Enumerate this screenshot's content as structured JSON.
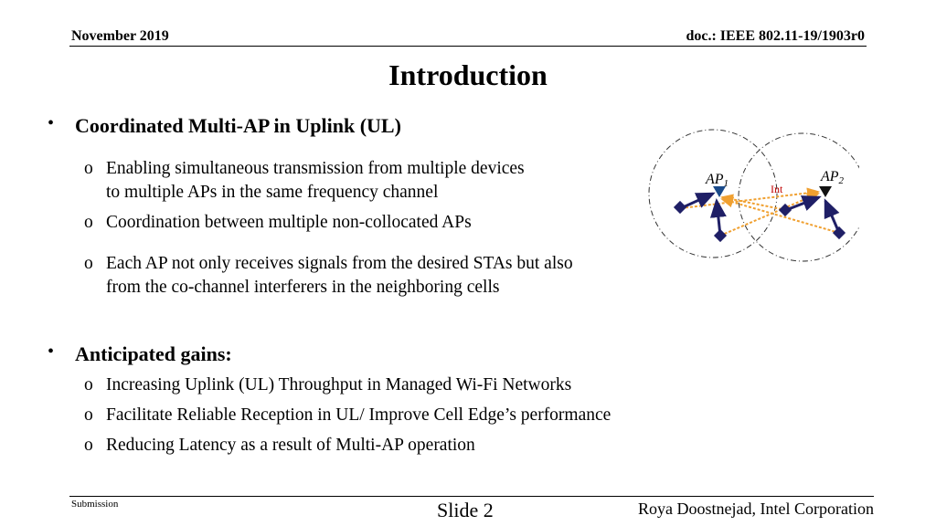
{
  "header": {
    "date": "November 2019",
    "doc": "doc.: IEEE 802.11-19/1903r0"
  },
  "title": "Introduction",
  "section1": {
    "heading": "Coordinated Multi-AP in Uplink (UL)",
    "items": [
      {
        "line1": "Enabling simultaneous transmission from multiple devices",
        "line2": "to multiple APs in the same frequency channel"
      },
      {
        "line1": "Coordination between multiple non-collocated APs"
      },
      {
        "line1": "Each AP not only receives signals from the desired STAs but also",
        "line2": "from the co-channel interferers in the neighboring cells"
      }
    ]
  },
  "section2": {
    "heading": "Anticipated gains:",
    "items": [
      "Increasing Uplink (UL) Throughput in Managed Wi-Fi Networks",
      "Facilitate Reliable Reception in UL/ Improve Cell Edge’s performance",
      "Reducing Latency as a result of Multi-AP operation"
    ]
  },
  "diagram": {
    "ap1_label": "AP",
    "ap1_sub": "1",
    "ap2_label": "AP",
    "ap2_sub": "2",
    "int_label": "Int",
    "colors": {
      "link": "#1f1f66",
      "interference": "#f0a030",
      "int_text": "#c00000"
    }
  },
  "footer": {
    "submission": "Submission",
    "slide": "Slide 2",
    "author": "Roya Doostnejad, Intel Corporation"
  }
}
